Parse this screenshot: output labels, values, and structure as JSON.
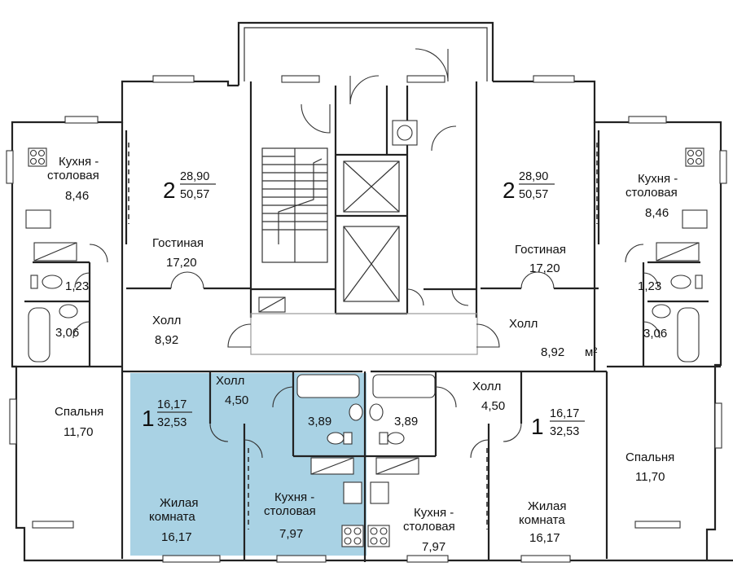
{
  "floor_plan": {
    "left_apartment": {
      "rooms_count": "2",
      "area_living": "28,90",
      "area_total": "50,57",
      "kitchen_label_1": "Кухня -",
      "kitchen_label_2": "столовая",
      "kitchen_area": "8,46",
      "living_label": "Гостиная",
      "living_area": "17,20",
      "wc_area": "1,23",
      "bath_area": "3,06",
      "hall_label": "Холл",
      "hall_area": "8,92",
      "bedroom_label": "Спальня",
      "bedroom_area": "11,70"
    },
    "right_apartment": {
      "rooms_count": "2",
      "area_living": "28,90",
      "area_total": "50,57",
      "kitchen_label_1": "Кухня -",
      "kitchen_label_2": "столовая",
      "kitchen_area": "8,46",
      "living_label": "Гостиная",
      "living_area": "17,20",
      "wc_area": "1,23",
      "bath_area": "3,06",
      "hall_label": "Холл",
      "hall_area": "8,92",
      "unit": "м²",
      "bedroom_label": "Спальня",
      "bedroom_area": "11,70"
    },
    "left_studio": {
      "rooms_count": "1",
      "area_living": "16,17",
      "area_total": "32,53",
      "hall_label": "Холл",
      "hall_area": "4,50",
      "bath_area": "3,89",
      "living_label_1": "Жилая",
      "living_label_2": "комната",
      "living_area": "16,17",
      "kitchen_label_1": "Кухня -",
      "kitchen_label_2": "столовая",
      "kitchen_area": "7,97",
      "highlight_color": "#a9d2e4"
    },
    "right_studio": {
      "rooms_count": "1",
      "area_living": "16,17",
      "area_total": "32,53",
      "hall_label": "Холл",
      "hall_area": "4,50",
      "bath_area": "3,89",
      "living_label_1": "Жилая",
      "living_label_2": "комната",
      "living_area": "16,17",
      "kitchen_label_1": "Кухня -",
      "kitchen_label_2": "столовая",
      "kitchen_area": "7,97"
    }
  }
}
